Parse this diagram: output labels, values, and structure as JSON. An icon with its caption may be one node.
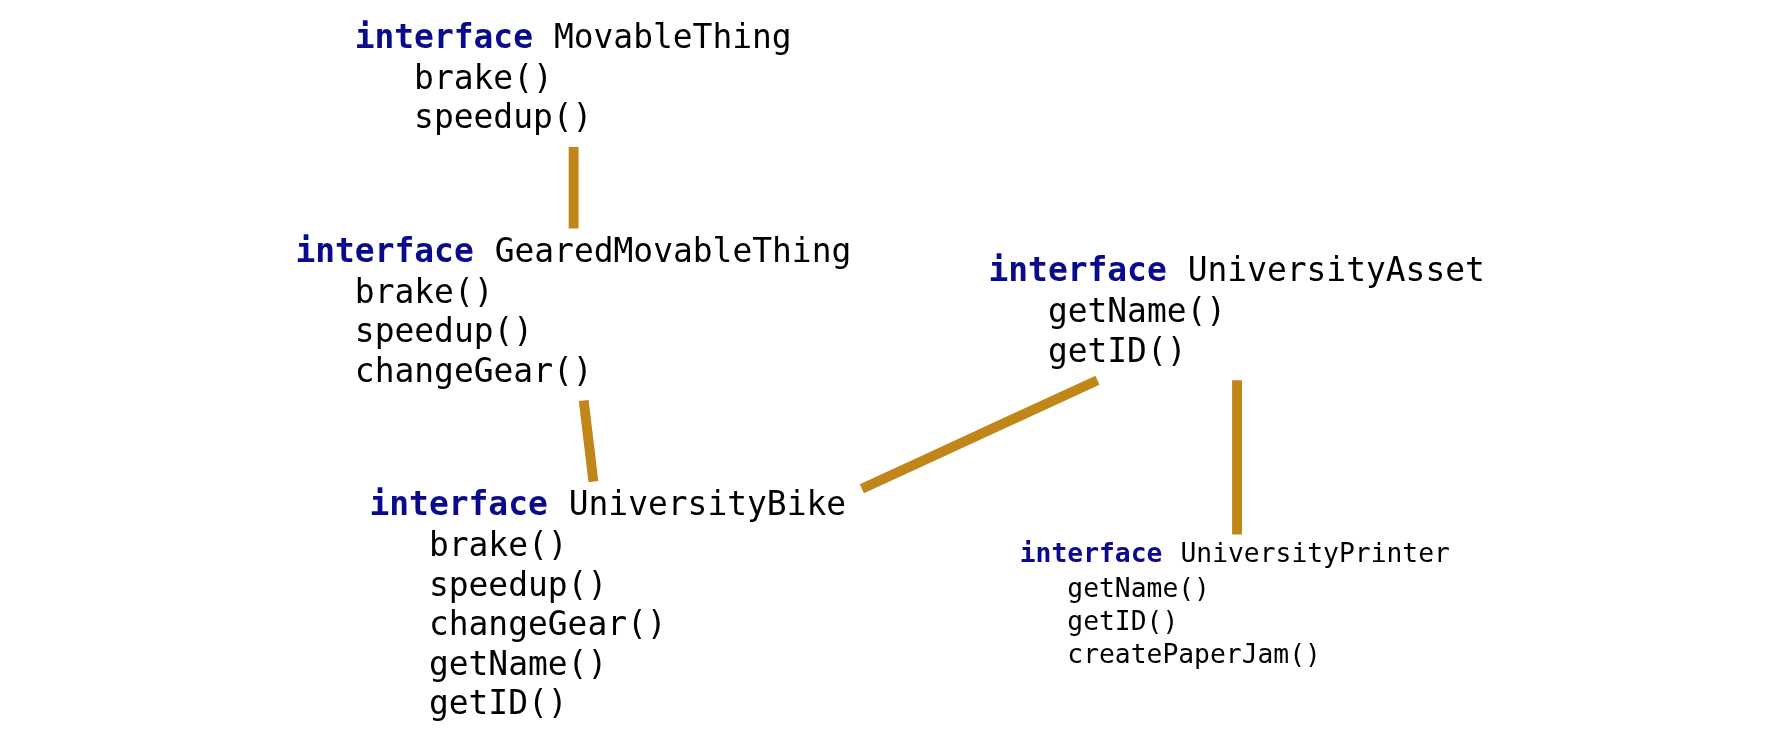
{
  "diagram": {
    "nodes": [
      {
        "text": [
          "**interface** MovableThing",
          "brake()",
          "speedup()"
        ]
      },
      {
        "text": [
          "**interface** GearedMovableThing",
          "brake()",
          "speedup()",
          "changeGear()"
        ]
      },
      {
        "text": [
          "**interface** UniversityBike",
          "brake()",
          "speedup()",
          "changeGear()",
          "getName()",
          "getID()"
        ]
      },
      {
        "text": [
          "**interface** UniversityAsset",
          "getName()",
          "getID()"
        ]
      },
      {
        "text": [
          "**interface** UniversityPrinter",
          "getName()",
          "getID()",
          "createPaperJam()"
        ]
      }
    ],
    "edges": [
      {
        "from": 0,
        "to": 1,
        "arrow": "none"
      },
      {
        "from": 1,
        "to": 2,
        "arrow": "none"
      },
      {
        "from": 3,
        "to": 2,
        "arrow": "none"
      },
      {
        "from": 3,
        "to": 4,
        "arrow": "none"
      }
    ]
  }
}
